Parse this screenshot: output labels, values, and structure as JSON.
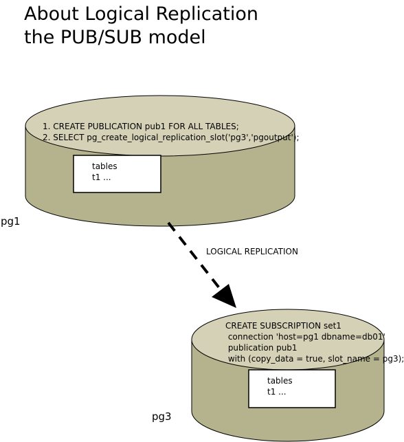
{
  "title": {
    "line1": "About Logical Replication",
    "line2": "the PUB/SUB model"
  },
  "pg1": {
    "label": "pg1",
    "commands": [
      "1. CREATE PUBLICATION pub1 FOR ALL TABLES;",
      "2. SELECT pg_create_logical_replication_slot('pg3','pgoutput');"
    ],
    "tables_header": "tables",
    "tables_item": "t1 ..."
  },
  "arrow": {
    "label": "LOGICAL REPLICATION"
  },
  "pg3": {
    "label": "pg3",
    "commands": [
      "CREATE SUBSCRIPTION set1",
      " connection 'host=pg1 dbname=db01'",
      " publication pub1",
      " with (copy_data = true, slot_name = pg3);"
    ],
    "tables_header": "tables",
    "tables_item": "t1 ..."
  },
  "colors": {
    "cylinder_side": "#b5b28e",
    "cylinder_top": "#d5d1b6",
    "stroke": "#000000"
  }
}
